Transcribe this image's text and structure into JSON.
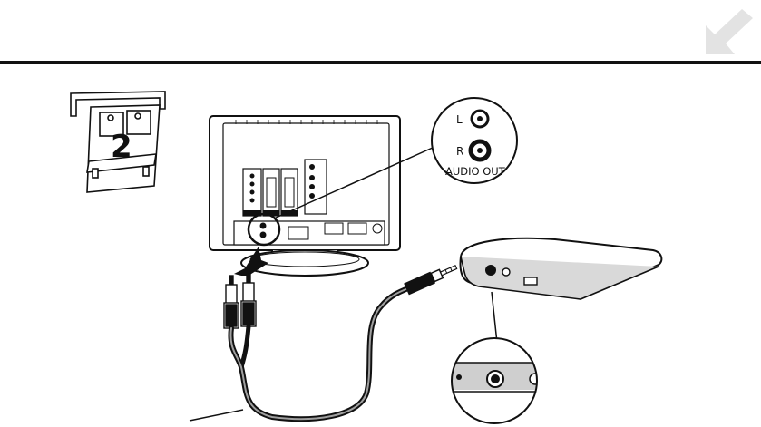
{
  "step_number": "2",
  "callout": {
    "left_label": "L",
    "right_label": "R",
    "caption": "AUDIO OUT"
  },
  "icons": {
    "corner": "arrow-down-left-icon"
  },
  "colors": {
    "line": "#111111",
    "corner_arrow": "#e3e3e3",
    "device_shade": "#d9d9d9",
    "cable": "#111111"
  }
}
